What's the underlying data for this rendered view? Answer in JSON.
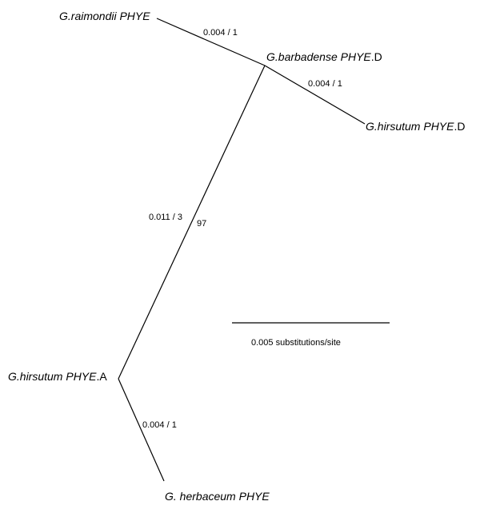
{
  "taxa": {
    "raimondii": {
      "italic": "G.raimondii PHYE",
      "suffix": ""
    },
    "barbadense": {
      "italic": "G.barbadense PHYE",
      "suffix": ".D"
    },
    "hirsutum_d": {
      "italic": "G.hirsutum PHYE",
      "suffix": ".D"
    },
    "hirsutum_a": {
      "italic": "G.hirsutum PHYE",
      "suffix": ".A"
    },
    "herbaceum": {
      "italic": "G. herbaceum PHYE",
      "suffix": ""
    }
  },
  "branch_labels": {
    "raimondii": "0.004 / 1",
    "hirsutum_d": "0.004 / 1",
    "internal": "0.011 / 3",
    "bootstrap": "97",
    "herbaceum": "0.004 / 1"
  },
  "scale": {
    "label": "0.005 substitutions/site"
  },
  "colors": {
    "line": "#000000",
    "text": "#000000",
    "background": "#ffffff"
  }
}
